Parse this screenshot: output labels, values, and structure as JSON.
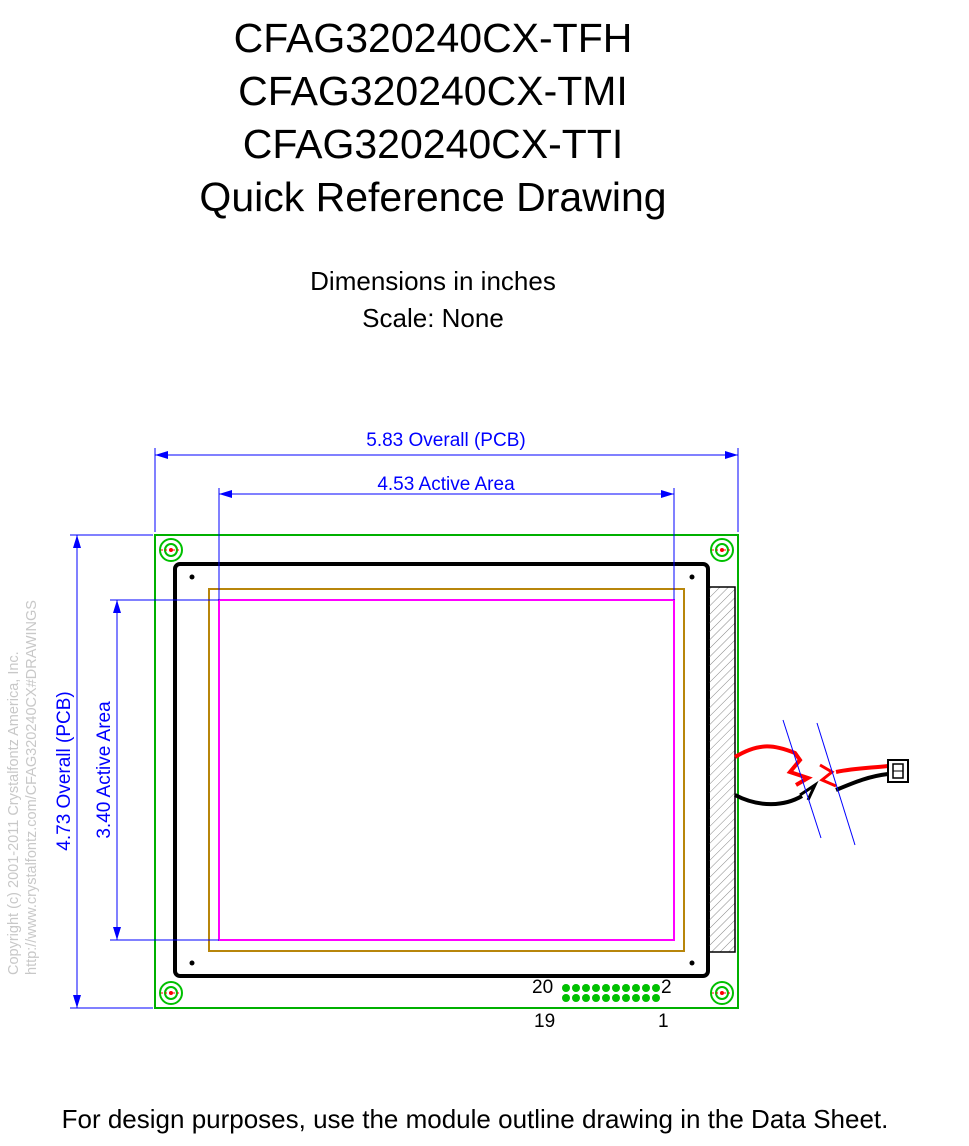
{
  "header": {
    "title_lines": [
      "CFAG320240CX-TFH",
      "CFAG320240CX-TMI",
      "CFAG320240CX-TTI",
      "Quick Reference Drawing"
    ],
    "units": "Dimensions in inches",
    "scale": "Scale: None"
  },
  "dimensions": {
    "overall_width": "5.83 Overall (PCB)",
    "active_width": "4.53 Active Area",
    "overall_height": "4.73 Overall (PCB)",
    "active_height": "3.40 Active Area"
  },
  "connector": {
    "pin_labels": [
      "20",
      "2",
      "19",
      "1"
    ]
  },
  "copyright": {
    "line1": "Copyright (c) 2001-2011 Crystalfontz America, Inc.",
    "line2": "http://www.crystalfontz.com/CFAG320240CX#DRAWINGS"
  },
  "footer": {
    "note": "For design purposes, use the module outline drawing in the Data Sheet."
  },
  "colors": {
    "dimension": "#0000ff",
    "pcb_outline": "#00b000",
    "bezel_outline": "#b8860b",
    "active_area": "#ff00ff",
    "mounting_hole": "#00c000",
    "mounting_center": "#ff0000",
    "wire_red": "#ff0000",
    "wire_black": "#000000"
  }
}
